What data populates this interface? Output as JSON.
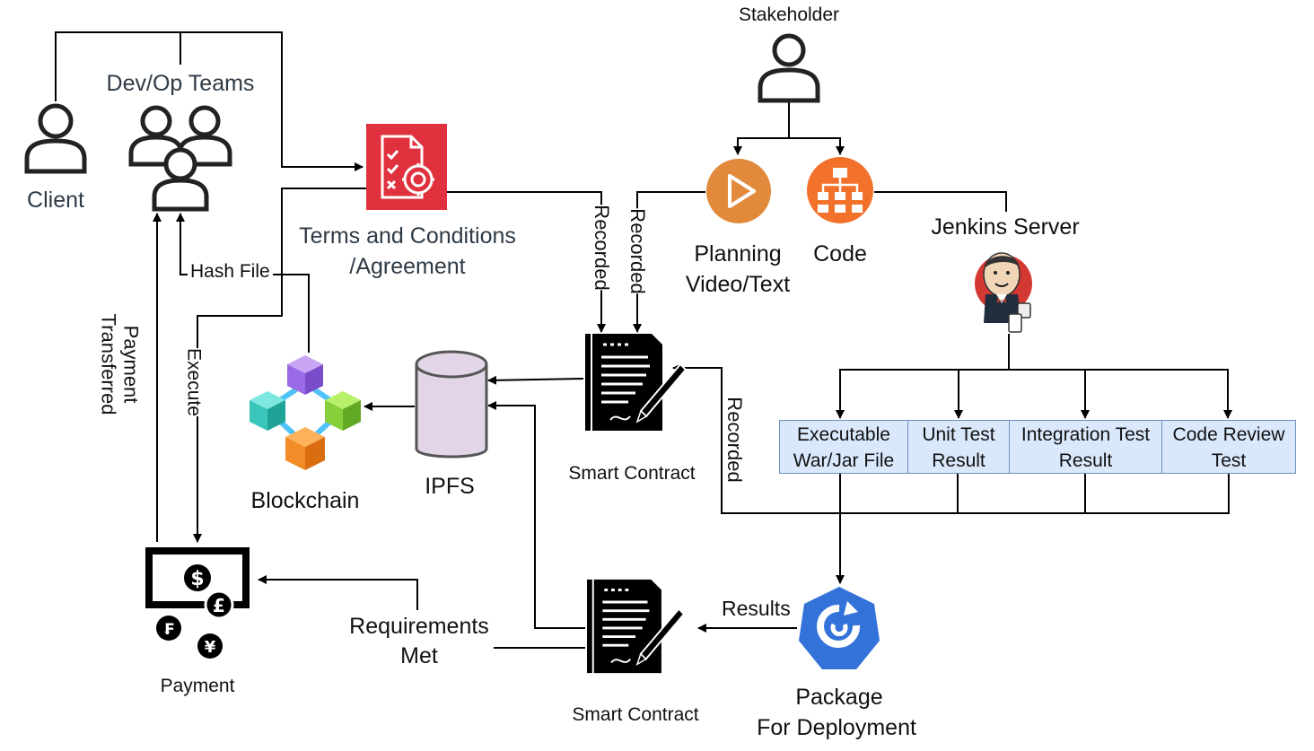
{
  "actors": {
    "stakeholder": "Stakeholder",
    "dev_op_teams": "Dev/Op Teams",
    "client": "Client"
  },
  "nodes": {
    "terms_line1": "Terms and Conditions",
    "terms_line2": "/Agreement",
    "planning_line1": "Planning",
    "planning_line2": "Video/Text",
    "code": "Code",
    "jenkins": "Jenkins Server",
    "blockchain": "Blockchain",
    "ipfs": "IPFS",
    "smart_contract_top": "Smart Contract",
    "smart_contract_bottom": "Smart Contract",
    "payment": "Payment",
    "package_line1": "Package",
    "package_line2": "For Deployment"
  },
  "jenkins_outputs": [
    {
      "line1": "Executable",
      "line2": "War/Jar File"
    },
    {
      "line1": "Unit Test",
      "line2": "Result"
    },
    {
      "line1": "Integration Test",
      "line2": "Result"
    },
    {
      "line1": "Code Review",
      "line2": "Test"
    }
  ],
  "edge_labels": {
    "recorded_terms": "Recorded",
    "recorded_planning": "Recorded",
    "recorded_outputs": "Recorded",
    "hash_file": "Hash File",
    "execute": "Execute",
    "payment_transferred_line1": "Payment",
    "payment_transferred_line2": "Transferred",
    "results": "Results",
    "requirements_met_line1": "Requirements",
    "requirements_met_line2": "Met"
  },
  "colors": {
    "terms_icon": "#e0313e",
    "planning_icon": "#e28a3c",
    "code_icon": "#f2712b",
    "package_icon": "#3272d9",
    "output_cells_fill": "#dae8fc",
    "output_cells_border": "#6c8ebf",
    "ipfs_fill": "#e1d5e7"
  }
}
